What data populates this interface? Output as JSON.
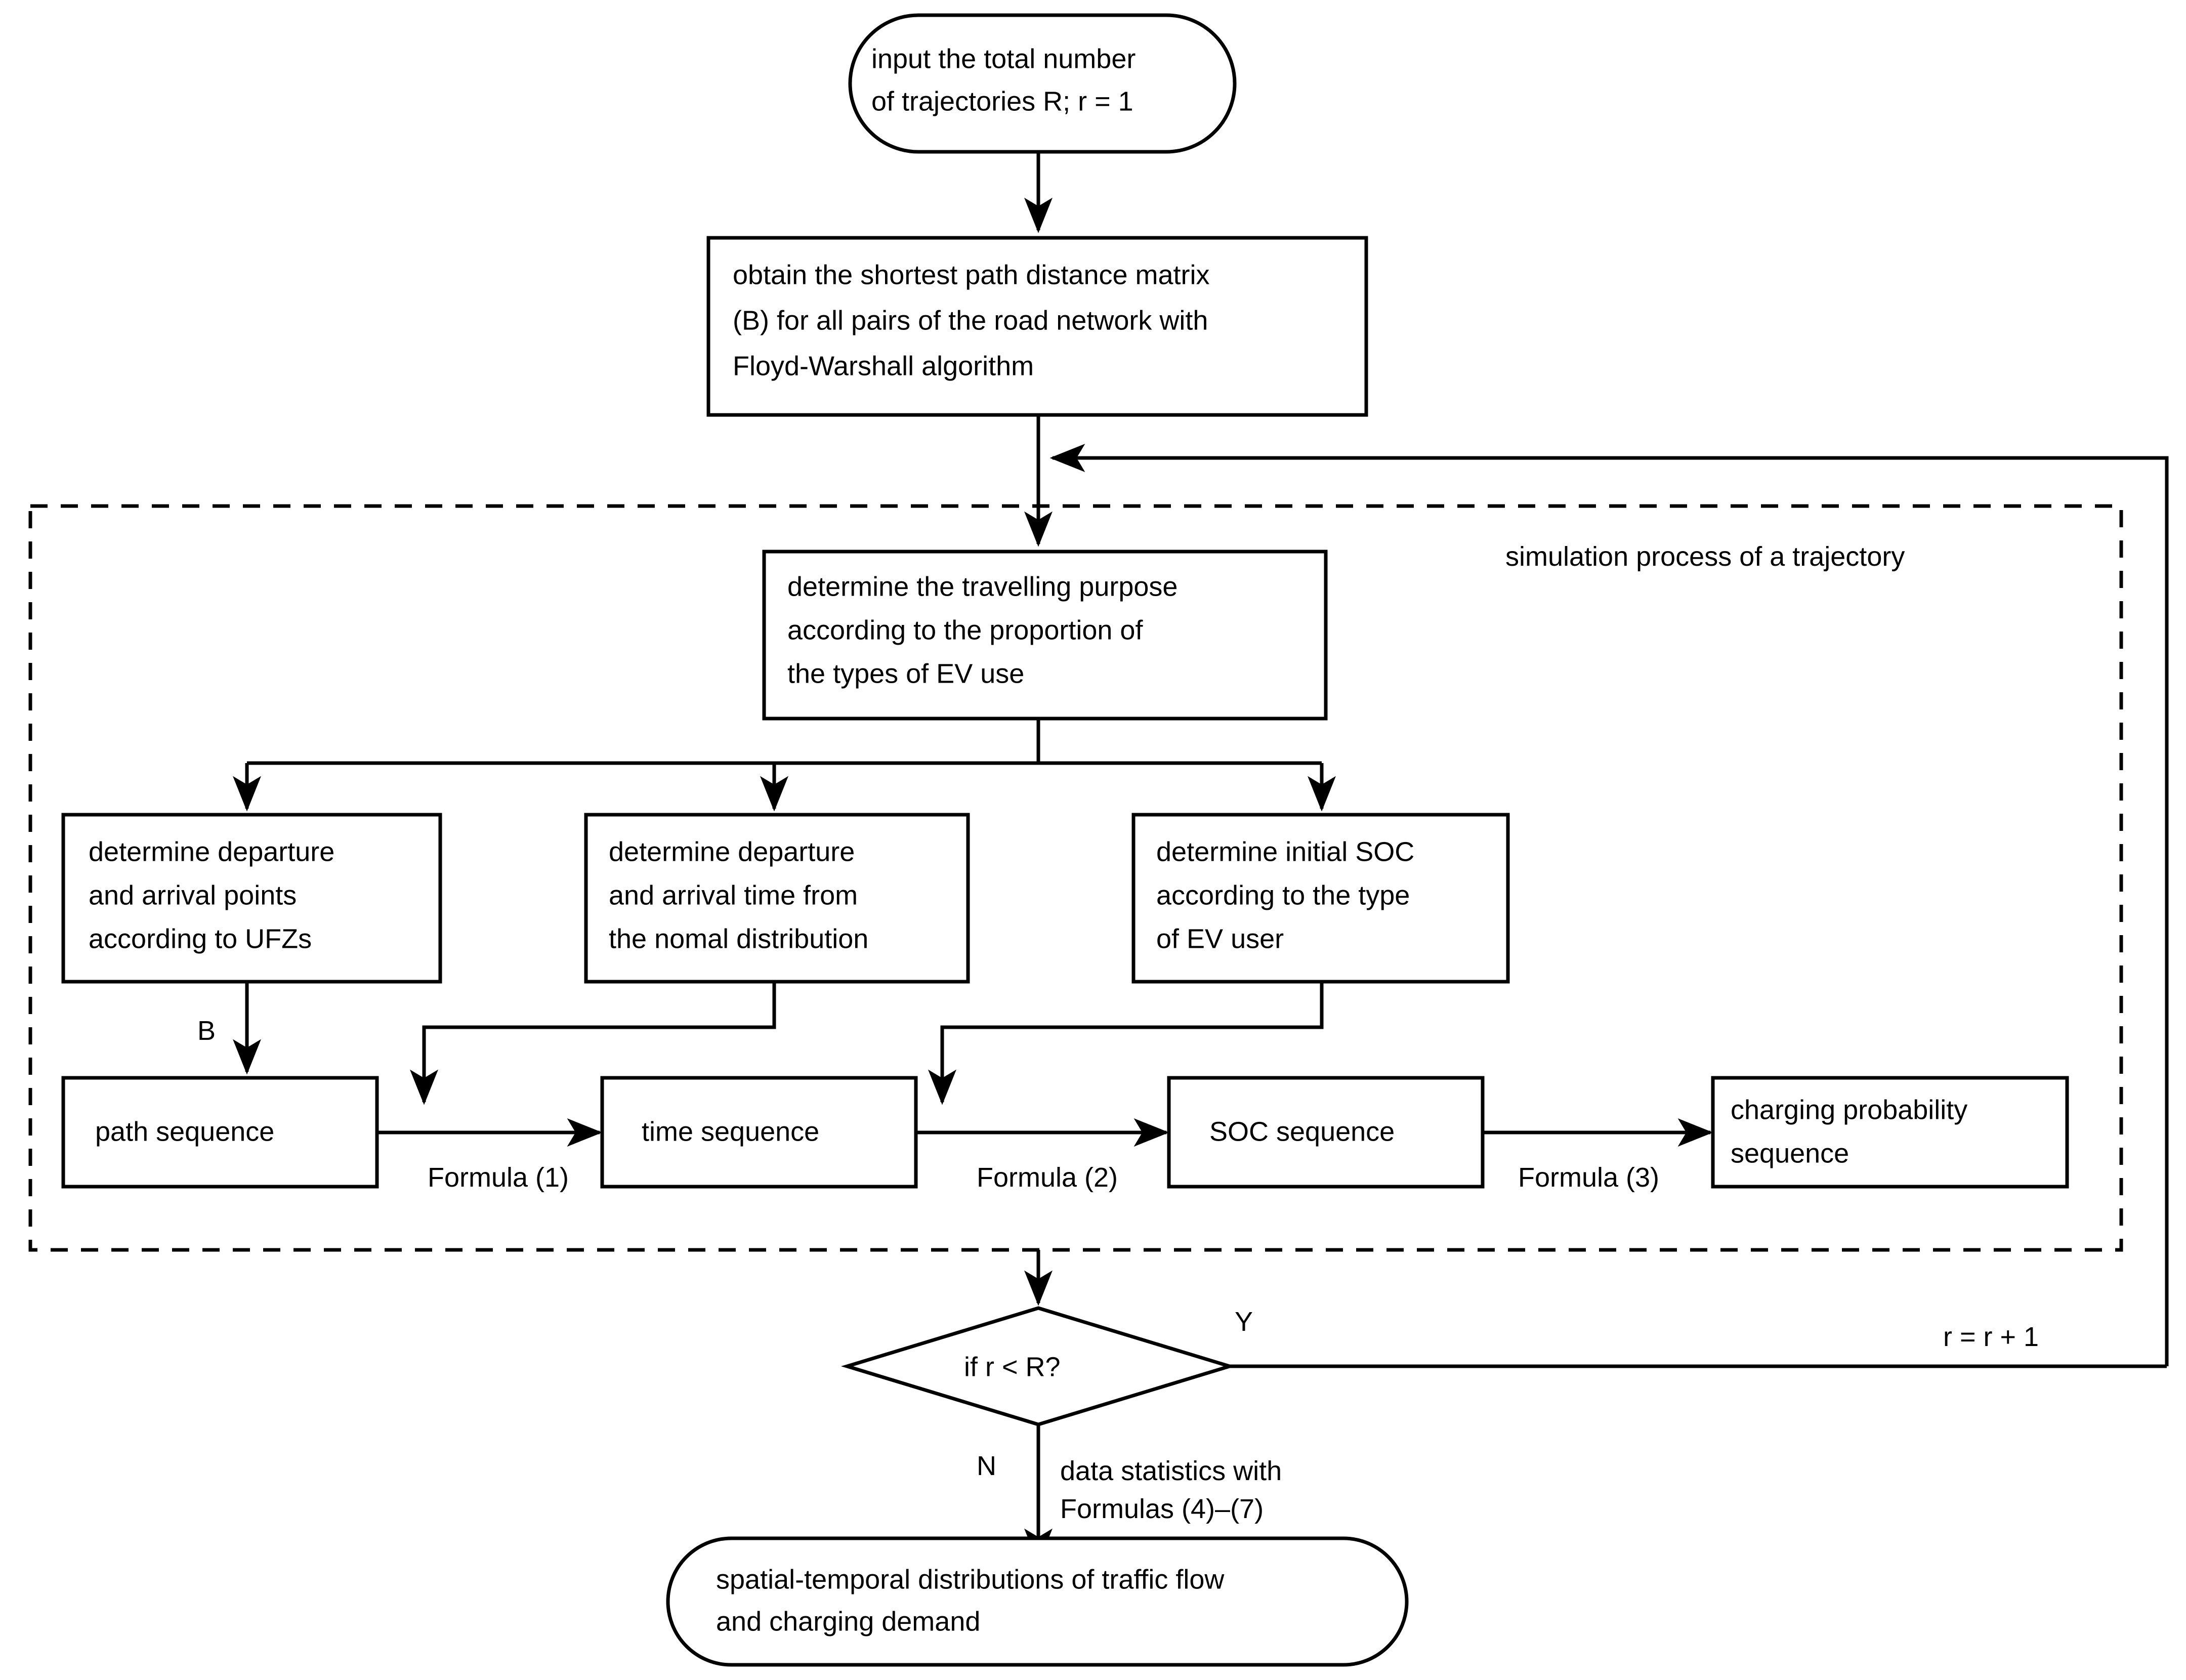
{
  "diagram": {
    "title_text_nodes": {
      "start": {
        "id": "start",
        "shape": "rounded-terminator",
        "lines": [
          "input the total number",
          "of trajectories R; r = 1"
        ]
      },
      "floyd": {
        "id": "floyd",
        "shape": "rectangle",
        "lines": [
          "obtain the shortest path distance matrix",
          "(B) for all pairs of the road network with",
          "Floyd-Warshall algorithm"
        ]
      },
      "purpose": {
        "id": "purpose",
        "shape": "rectangle",
        "lines": [
          "determine the travelling purpose",
          "according to the proportion of",
          "the types of EV use"
        ]
      },
      "points": {
        "id": "points",
        "shape": "rectangle",
        "lines": [
          "determine departure",
          "and arrival points",
          "according to UFZs"
        ]
      },
      "time": {
        "id": "time",
        "shape": "rectangle",
        "lines": [
          "determine departure",
          "and arrival time from",
          "the nomal distribution"
        ]
      },
      "soc": {
        "id": "soc",
        "shape": "rectangle",
        "lines": [
          "determine initial SOC",
          "according to the type",
          "of EV user"
        ]
      },
      "path_sequence": {
        "id": "path_sequence",
        "shape": "rectangle",
        "lines": [
          "path sequence"
        ]
      },
      "time_sequence": {
        "id": "time_sequence",
        "shape": "rectangle",
        "lines": [
          "time sequence"
        ]
      },
      "soc_sequence": {
        "id": "soc_sequence",
        "shape": "rectangle",
        "lines": [
          "SOC sequence"
        ]
      },
      "charging_sequence": {
        "id": "charging_sequence",
        "shape": "rectangle",
        "lines": [
          "charging probability",
          "sequence"
        ]
      },
      "decision": {
        "id": "decision",
        "shape": "diamond",
        "lines": [
          "if r < R?"
        ]
      },
      "output": {
        "id": "output",
        "shape": "rounded-terminator",
        "lines": [
          "spatial-temporal distributions of traffic flow",
          "and charging demand"
        ]
      }
    },
    "group_label": "simulation process of a trajectory",
    "edge_labels": {
      "matrix_b": "B",
      "formula1": "Formula (1)",
      "formula2": "Formula (2)",
      "formula3": "Formula (3)",
      "yes": "Y",
      "no": "N",
      "increment": "r = r + 1",
      "statistics_line1": "data statistics with",
      "statistics_line2": "Formulas (4)–(7)"
    },
    "colors": {
      "stroke": "#000000",
      "fill": "#ffffff",
      "text": "#000000"
    }
  }
}
